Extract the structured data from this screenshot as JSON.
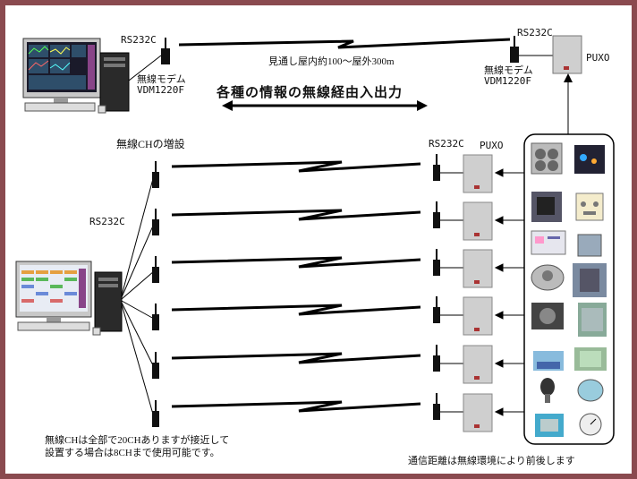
{
  "title": "各種の情報の無線経由入出力",
  "range_text": "見通し屋内約100～屋外300m",
  "top_left": {
    "port": "RS232C",
    "modem_line1": "無線モデム",
    "modem_line2": "VDM1220F"
  },
  "top_right": {
    "port": "RS232C",
    "modem_line1": "無線モデム",
    "modem_line2": "VDM1220F",
    "unit": "PUXO"
  },
  "expansion_label": "無線CHの増設",
  "left_port": "RS232C",
  "right_port": "RS232C",
  "right_unit": "PUXO",
  "note_line1": "無線CHは全部で20CHありますが接近して",
  "note_line2": "設置する場合は8CHまで使用可能です。",
  "footer": "通信距離は無線環境により前後します",
  "colors": {
    "frame": "#8a4a4f",
    "line": "#000000"
  },
  "icons": [
    "pc-monitor-icon",
    "pc-tower-icon",
    "wireless-modem-icon",
    "puxo-unit-icon",
    "device-photo-icon"
  ]
}
